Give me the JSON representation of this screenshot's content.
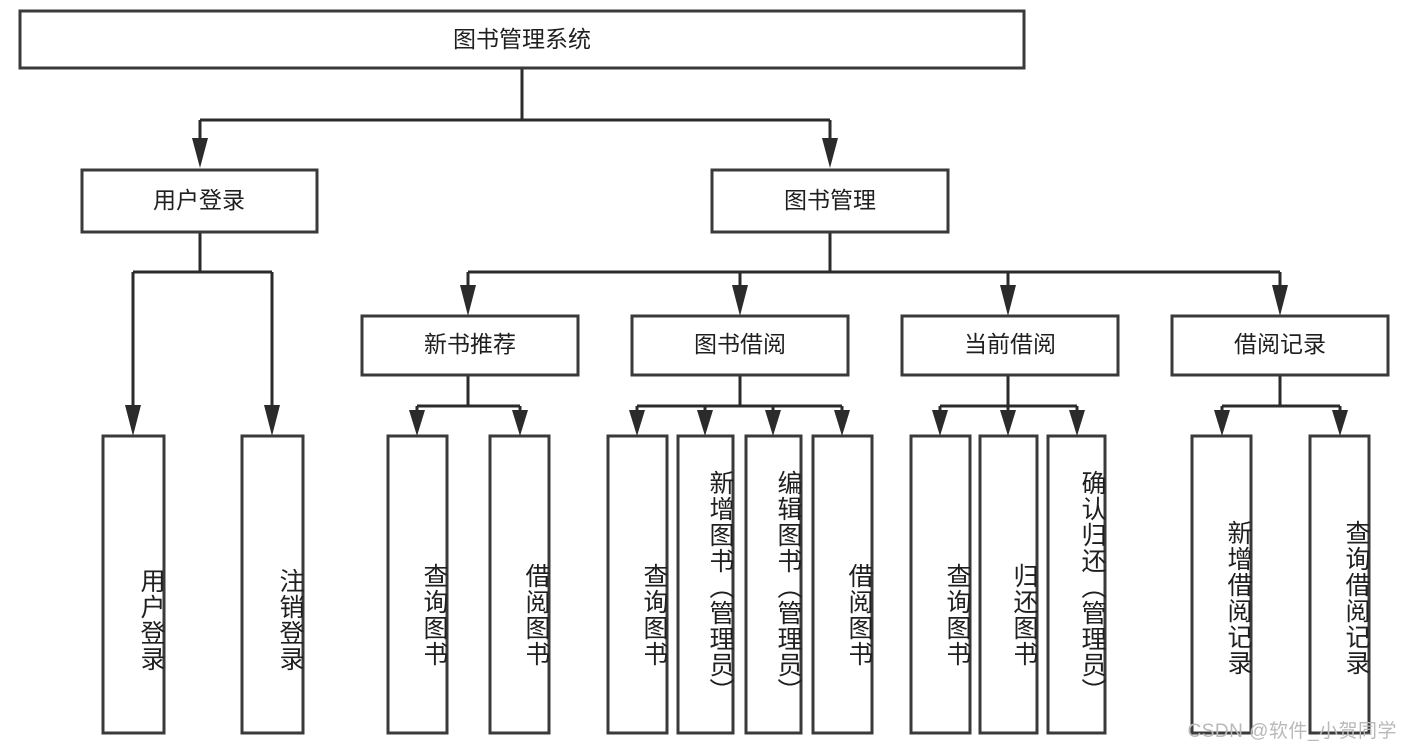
{
  "diagram": {
    "type": "tree-hierarchy-chart",
    "title": "图书管理系统",
    "watermark": "CSDN @软件_小贺同学",
    "colors": {
      "box_stroke": "#3a3a3a",
      "connector": "#2b2b2b",
      "text": "#1f1f1f",
      "background": "#ffffff",
      "watermark": "#b9b9b9"
    },
    "levels": {
      "root": {
        "label": "图书管理系统"
      },
      "level2": [
        {
          "label": "用户登录"
        },
        {
          "label": "图书管理"
        }
      ],
      "level3": [
        {
          "label": "新书推荐"
        },
        {
          "label": "图书借阅"
        },
        {
          "label": "当前借阅"
        },
        {
          "label": "借阅记录"
        }
      ],
      "leaves": {
        "user_login": [
          {
            "label": "用户登录"
          },
          {
            "label": "注销登录"
          }
        ],
        "new_book_recommend": [
          {
            "label": "查询图书"
          },
          {
            "label": "借阅图书"
          }
        ],
        "book_borrow": [
          {
            "label": "查询图书"
          },
          {
            "label": "新增图书（管理员）"
          },
          {
            "label": "编辑图书（管理员）"
          },
          {
            "label": "借阅图书"
          }
        ],
        "current_borrow": [
          {
            "label": "查询图书"
          },
          {
            "label": "归还图书"
          },
          {
            "label": "确认归还（管理员）"
          }
        ],
        "borrow_record": [
          {
            "label": "新增借阅记录"
          },
          {
            "label": "查询借阅记录"
          }
        ]
      }
    }
  }
}
